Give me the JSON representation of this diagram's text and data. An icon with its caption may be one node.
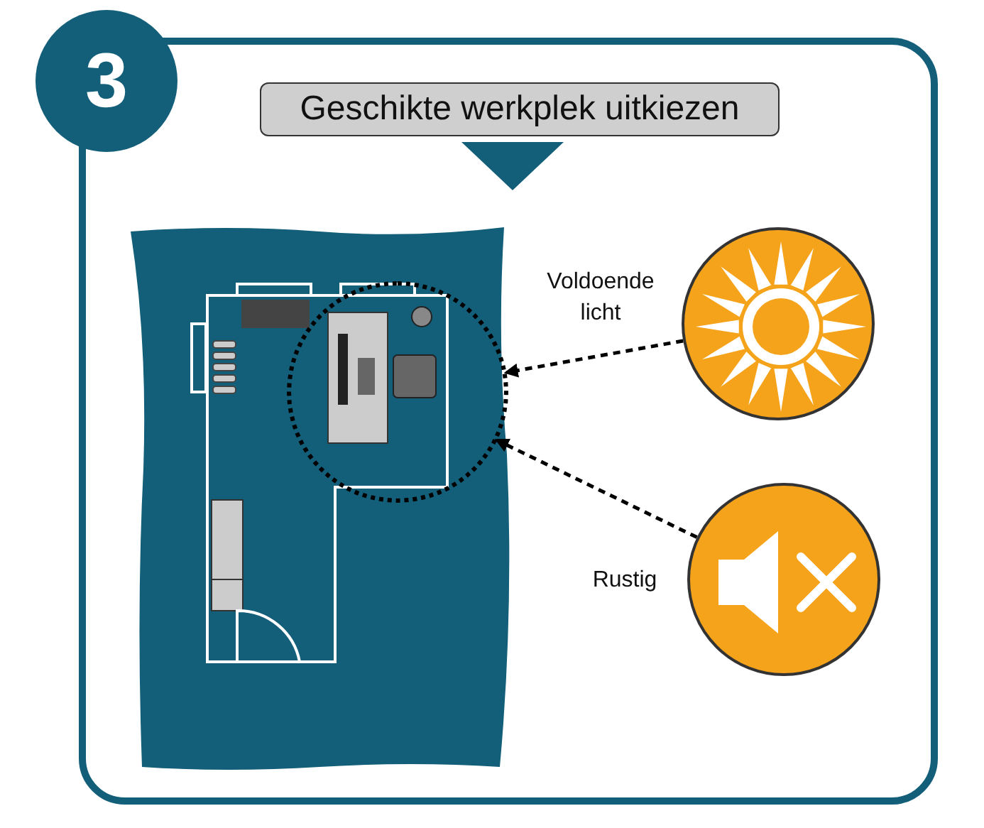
{
  "diagram": {
    "nodes": [
      {
        "text": [
          "3"
        ]
      },
      {
        "text": [
          "Geschikte werkplek uitkiezen"
        ]
      },
      {
        "text": [],
        "shape": "circle"
      },
      {
        "text": [],
        "shape": "circle",
        "beside": [
          "Voldoende licht"
        ]
      },
      {
        "text": [],
        "shape": "circle",
        "beside": [
          "Rustig"
        ]
      }
    ],
    "edges": [
      {
        "from": 3,
        "to": 2,
        "arrow": "to",
        "style": "dashed"
      },
      {
        "from": 4,
        "to": 2,
        "arrow": "to",
        "style": "dashed"
      }
    ]
  }
}
